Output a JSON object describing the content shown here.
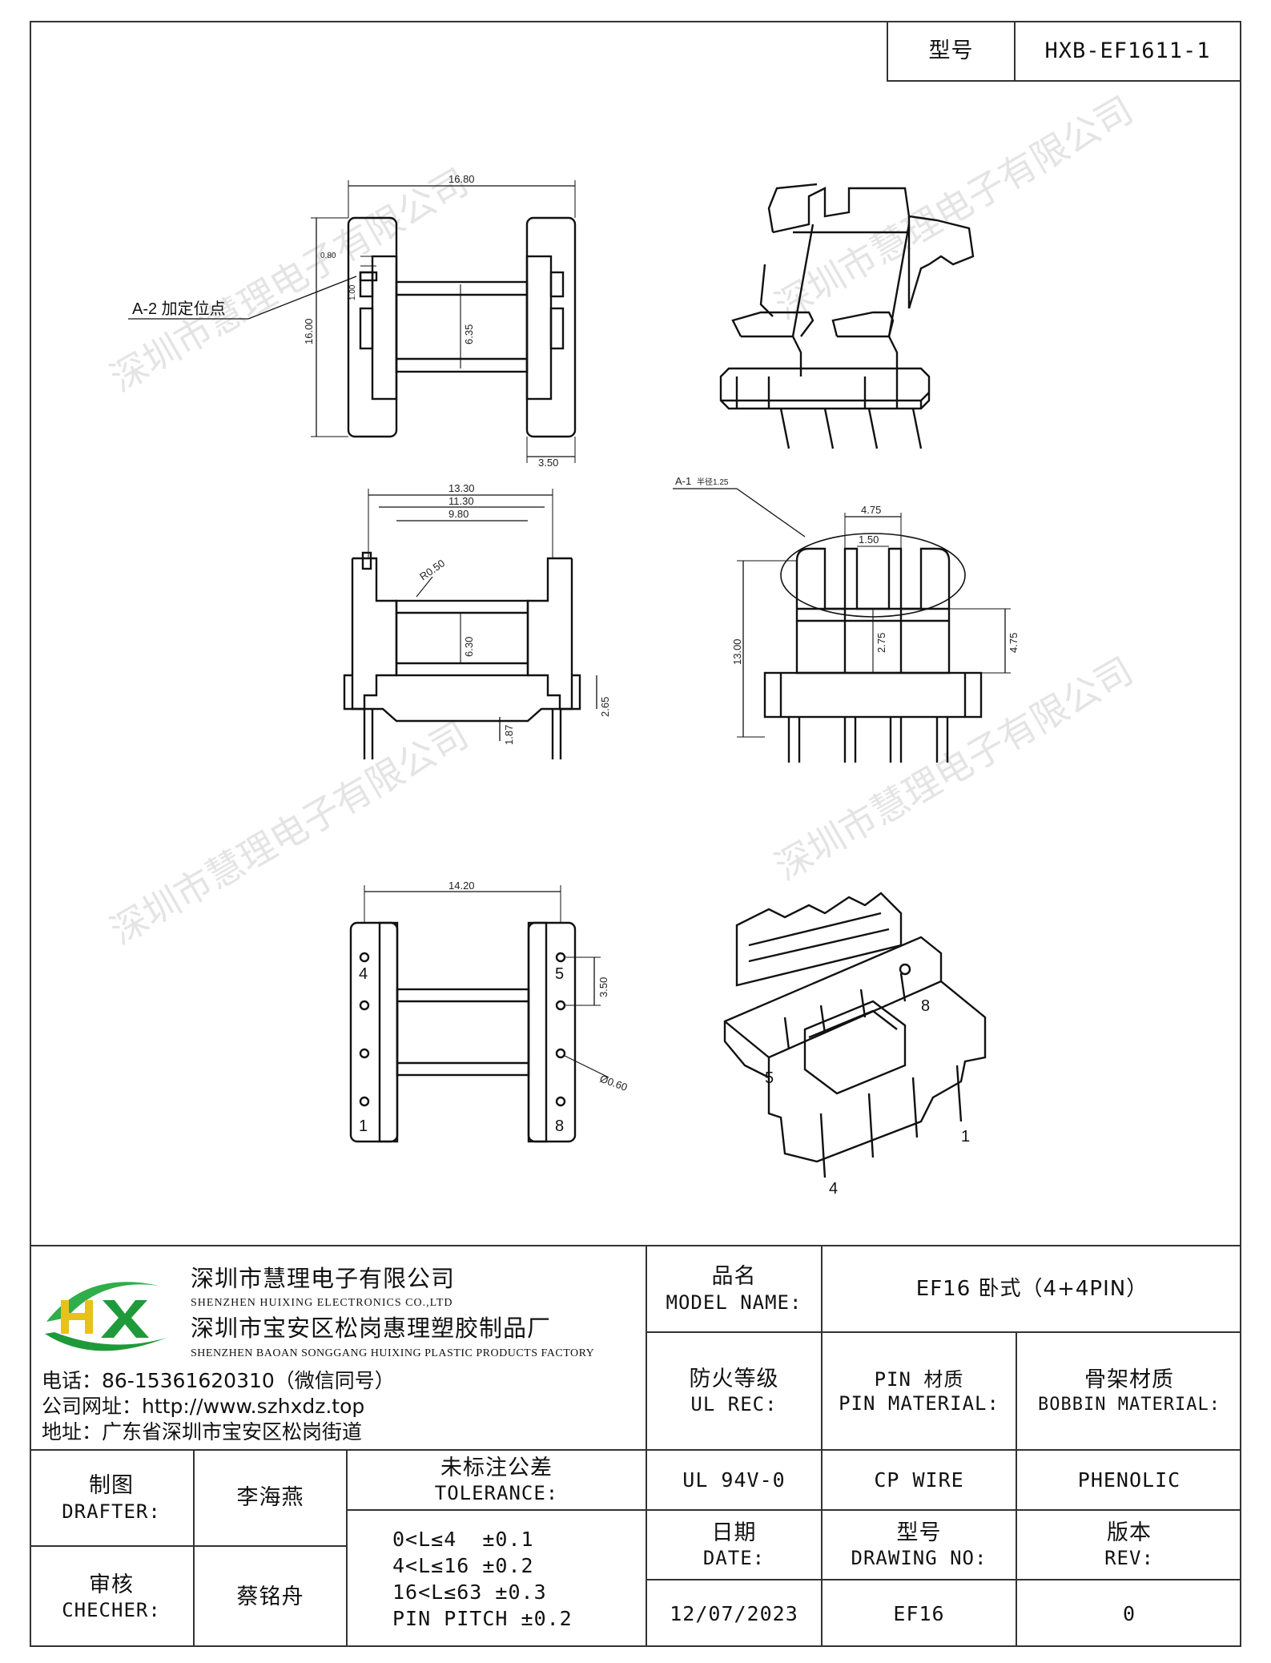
{
  "model": {
    "label": "型号",
    "value": "HXB-EF1611-1"
  },
  "drawing": {
    "a2_label": "A-2 加定位点",
    "a1_label": "A-1",
    "a1_value": "半径1.25",
    "view1": {
      "width": "16.80",
      "height": "16.00",
      "inner": "6.35",
      "flange": "3.50",
      "small1": "0.80",
      "small2": "1.00"
    },
    "view2": {
      "w1": "13.30",
      "w2": "11.30",
      "w3": "9.80",
      "radius": "R0.50",
      "inner": "6.30",
      "base": "2.65",
      "pin": "1.87"
    },
    "view3": {
      "top": "4.75",
      "slot": "1.50",
      "height": "13.00",
      "mid": "2.75",
      "side": "4.75"
    },
    "view4": {
      "width": "14.20",
      "pitch": "3.50",
      "hole": "Ø0.60",
      "pins": [
        "4",
        "5",
        "1",
        "8"
      ]
    },
    "view5": {
      "pins": [
        "8",
        "5",
        "1",
        "4"
      ]
    }
  },
  "watermark": "深圳市慧理电子有限公司",
  "company": {
    "name1": "深圳市慧理电子有限公司",
    "name1_en": "SHENZHEN HUIXING ELECTRONICS CO.,LTD",
    "name2": "深圳市宝安区松岗惠理塑胶制品厂",
    "name2_en": "SHENZHEN BAOAN SONGGANG HUIXING PLASTIC PRODUCTS FACTORY",
    "phone": "电话：86-15361620310（微信同号）",
    "website": "公司网址：http://www.szhxdz.top",
    "address": "地址：广东省深圳市宝安区松岗街道",
    "logo_text": "HX",
    "colors": {
      "logo_h": "#e8c21a",
      "logo_x": "#1f9a3a",
      "swoosh": "#2fae4a"
    }
  },
  "title_block": {
    "model_name_cn": "品名",
    "model_name_en": "MODEL NAME:",
    "model_name_value": "EF16 卧式（4+4PIN）",
    "ul_cn": "防火等级",
    "ul_en": "UL REC:",
    "pin_cn": "PIN 材质",
    "pin_en": "PIN MATERIAL:",
    "bobbin_cn": "骨架材质",
    "bobbin_en": "BOBBIN MATERIAL:",
    "ul_value": "UL 94V-0",
    "pin_value": "CP WIRE",
    "bobbin_value": "PHENOLIC",
    "date_cn": "日期",
    "date_en": "DATE:",
    "drawing_cn": "型号",
    "drawing_en": "DRAWING NO:",
    "rev_cn": "版本",
    "rev_en": "REV:",
    "date_value": "12/07/2023",
    "drawing_value": "EF16",
    "rev_value": "0",
    "drafter_cn": "制图",
    "drafter_en": "DRAFTER:",
    "drafter_value": "李海燕",
    "checker_cn": "审核",
    "checker_en": "CHECHER:",
    "checker_value": "蔡铭舟",
    "tolerance_cn": "未标注公差",
    "tolerance_en": "TOLERANCE:",
    "tolerances": [
      "0<L≤4  ±0.1",
      "4<L≤16 ±0.2",
      "16<L≤63 ±0.3",
      "PIN PITCH ±0.2"
    ]
  }
}
